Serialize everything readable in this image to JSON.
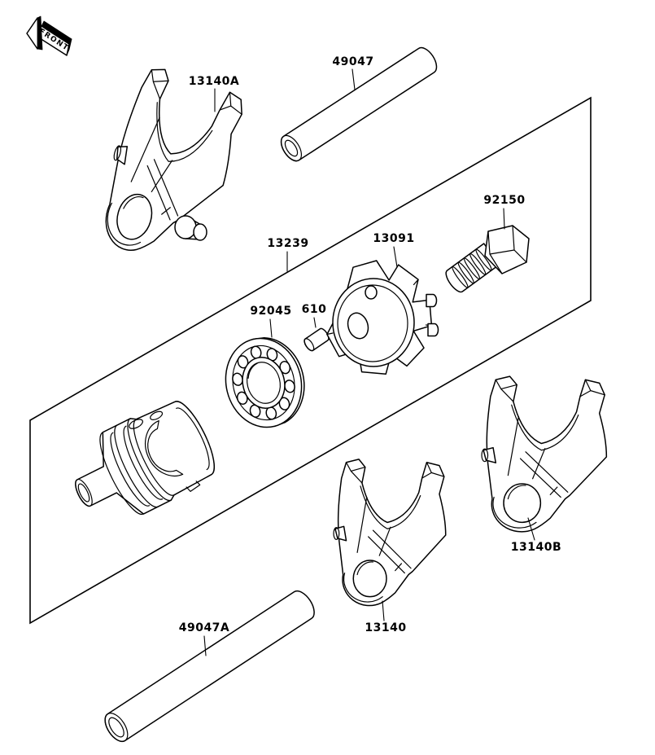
{
  "canvas": {
    "background": "#ffffff",
    "line_color": "#000000"
  },
  "front_marker": {
    "label": "FRONT"
  },
  "labels": {
    "fork_upper": "13140A",
    "rod_upper": "49047",
    "bolt": "92150",
    "drum": "13239",
    "cam": "13091",
    "bearing": "92045",
    "dowel_pin": "610",
    "fork_right": "13140B",
    "fork_center": "13140",
    "rod_lower": "49047A"
  }
}
